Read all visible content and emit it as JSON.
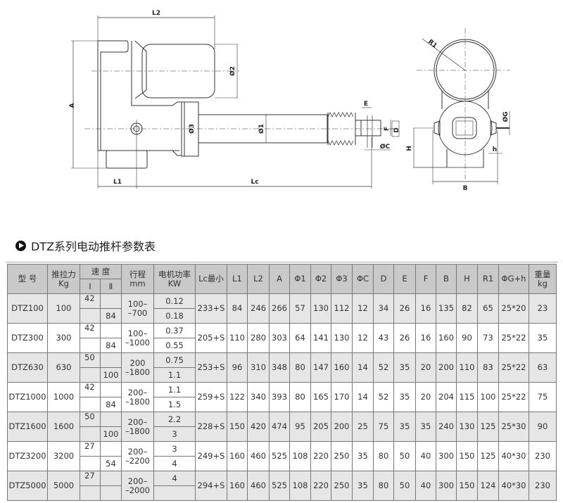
{
  "drawing": {
    "labels": {
      "L2": "L2",
      "A": "A",
      "D2": "Ø2",
      "D3": "Ø3",
      "D1": "Ø1",
      "E": "E",
      "F": "F",
      "D": "D",
      "DC": "ØC",
      "L1": "L1",
      "Lc": "Lc",
      "R1": "R1",
      "DG": "ØG",
      "H": "H",
      "h": "h",
      "B": "B"
    }
  },
  "title": "DTZ系列电动推杆参数表",
  "table": {
    "headers": {
      "model": "型 号",
      "force": "推拉力",
      "force_unit": "Kg",
      "speed": "速 度",
      "speed1": "Ⅰ",
      "speed2": "Ⅱ",
      "stroke": "行程",
      "stroke_unit": "mm",
      "power": "电机功率",
      "power_unit": "KW",
      "lc": "Lc最小",
      "l1": "L1",
      "l2": "L2",
      "a": "A",
      "p1": "Φ1",
      "p2": "Φ2",
      "p3": "Φ3",
      "pc": "ΦC",
      "d": "D",
      "e": "E",
      "f": "F",
      "b": "B",
      "h": "H",
      "r1": "R1",
      "gh": "ΦG+h",
      "weight": "重量",
      "weight_unit": "kg"
    },
    "rows": [
      {
        "model": "DTZ100",
        "force": "100",
        "speed1": "42",
        "speed2": "84",
        "stroke1": "100–",
        "stroke2": "–700",
        "power1": "0.12",
        "power2": "0.18",
        "lc": "233+S",
        "l1": "84",
        "l2": "246",
        "a": "266",
        "p1": "57",
        "p2": "130",
        "p3": "112",
        "pc": "12",
        "d": "34",
        "e": "26",
        "f": "16",
        "b": "135",
        "h": "82",
        "r1": "65",
        "gh": "25*20",
        "weight": "23"
      },
      {
        "model": "DTZ300",
        "force": "300",
        "speed1": "42",
        "speed2": "84",
        "stroke1": "100–",
        "stroke2": "–1000",
        "power1": "0.37",
        "power2": "0.55",
        "lc": "205+S",
        "l1": "110",
        "l2": "280",
        "a": "303",
        "p1": "64",
        "p2": "141",
        "p3": "130",
        "pc": "12",
        "d": "43",
        "e": "26",
        "f": "16",
        "b": "160",
        "h": "90",
        "r1": "73",
        "gh": "25*22",
        "weight": "35"
      },
      {
        "model": "DTZ630",
        "force": "630",
        "speed1": "50",
        "speed2": "100",
        "stroke1": "200",
        "stroke2": "–1800",
        "power1": "0.75",
        "power2": "1.1",
        "lc": "253+S",
        "l1": "96",
        "l2": "310",
        "a": "348",
        "p1": "80",
        "p2": "147",
        "p3": "160",
        "pc": "14",
        "d": "52",
        "e": "35",
        "f": "20",
        "b": "200",
        "h": "110",
        "r1": "83",
        "gh": "25*22",
        "weight": "63"
      },
      {
        "model": "DTZ1000",
        "force": "1000",
        "speed1": "42",
        "speed2": "84",
        "stroke1": "200–",
        "stroke2": "–1800",
        "power1": "1.1",
        "power2": "1.5",
        "lc": "259+S",
        "l1": "122",
        "l2": "340",
        "a": "393",
        "p1": "80",
        "p2": "165",
        "p3": "170",
        "pc": "14",
        "d": "52",
        "e": "35",
        "f": "20",
        "b": "204",
        "h": "115",
        "r1": "100",
        "gh": "25*22",
        "weight": "75"
      },
      {
        "model": "DTZ1600",
        "force": "1600",
        "speed1": "50",
        "speed2": "100",
        "stroke1": "200–",
        "stroke2": "–1800",
        "power1": "2.2",
        "power2": "3",
        "lc": "228+S",
        "l1": "150",
        "l2": "420",
        "a": "474",
        "p1": "95",
        "p2": "205",
        "p3": "200",
        "pc": "25",
        "d": "75",
        "e": "35",
        "f": "35",
        "b": "240",
        "h": "130",
        "r1": "125",
        "gh": "25*30",
        "weight": "90"
      },
      {
        "model": "DTZ3200",
        "force": "3200",
        "speed1": "27",
        "speed2": "54",
        "stroke1": "200–",
        "stroke2": "–2200",
        "power1": "3",
        "power2": "4",
        "lc": "249+S",
        "l1": "160",
        "l2": "460",
        "a": "525",
        "p1": "108",
        "p2": "220",
        "p3": "250",
        "pc": "35",
        "d": "80",
        "e": "50",
        "f": "40",
        "b": "300",
        "h": "150",
        "r1": "125",
        "gh": "40*30",
        "weight": "230"
      },
      {
        "model": "DTZ5000",
        "force": "5000",
        "speed1": "27",
        "speed2": "",
        "stroke1": "200–",
        "stroke2": "–2000",
        "power1": "4",
        "power2": "",
        "lc": "294+S",
        "l1": "160",
        "l2": "460",
        "a": "525",
        "p1": "108",
        "p2": "220",
        "p3": "250",
        "pc": "35",
        "d": "80",
        "e": "50",
        "f": "40",
        "b": "300",
        "h": "150",
        "r1": "124",
        "gh": "40*30",
        "weight": "230"
      }
    ]
  }
}
